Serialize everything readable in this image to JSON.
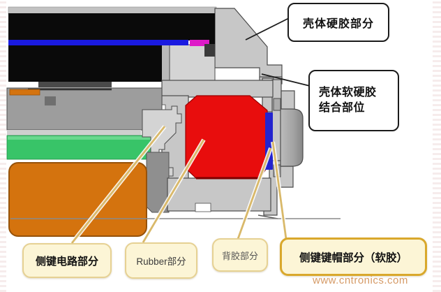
{
  "callouts": {
    "hard_shell": "壳体硬胶部分",
    "joint_line1": "壳体软硬胶",
    "joint_line2": "结合部位"
  },
  "labels": {
    "circuit": "侧键电路部分",
    "rubber": "Rubber部分",
    "adhesive": "背胶部分",
    "keycap": "侧键键帽部分（软胶）"
  },
  "watermark": "www.cntronics.com",
  "colors": {
    "black_part": "#0a0a0a",
    "blue_layer": "#1a1ae0",
    "magenta_part": "#de1ac8",
    "red_rubber": "#e80d0d",
    "adhesive_blue": "#2424cf",
    "pcb_green": "#38c468",
    "orange_part": "#d4730e",
    "leader_tan": "#d9b96a",
    "section_line": "#8a8a8a",
    "watermark_color": "#d59a66"
  }
}
